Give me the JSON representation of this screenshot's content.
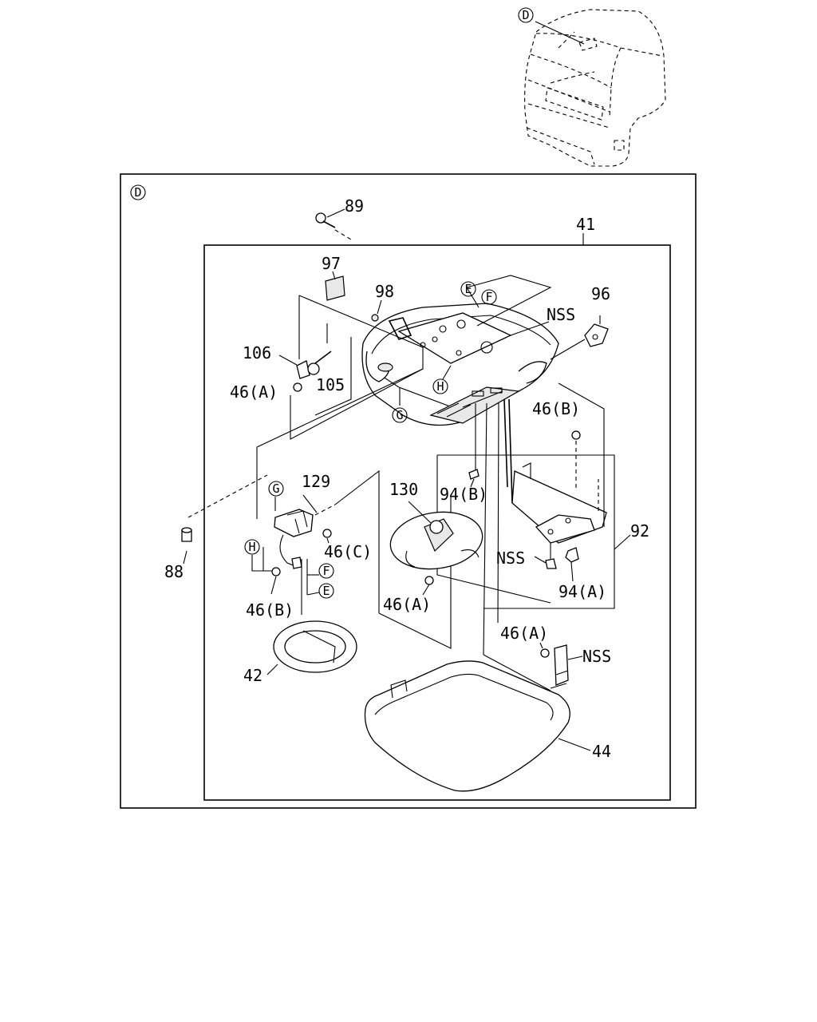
{
  "callouts": {
    "top_view": "D",
    "inset": "D",
    "e1": "E",
    "f1": "F",
    "g1": "G",
    "h1": "H",
    "g2": "G",
    "h2": "H",
    "f2": "F",
    "e2": "E"
  },
  "labels": {
    "p89": "89",
    "p41": "41",
    "p97": "97",
    "p98": "98",
    "p96": "96",
    "nss_top": "NSS",
    "p106": "106",
    "p105": "105",
    "p46a_left": "46(A)",
    "p46b_right": "46(B)",
    "p129": "129",
    "p130": "130",
    "p94b": "94(B)",
    "p92": "92",
    "p88": "88",
    "p46c": "46(C)",
    "nss_mid": "NSS",
    "p94a": "94(A)",
    "p46b_left": "46(B)",
    "p46a_mid": "46(A)",
    "p46a_low": "46(A)",
    "nss_low": "NSS",
    "p42": "42",
    "p44": "44"
  }
}
